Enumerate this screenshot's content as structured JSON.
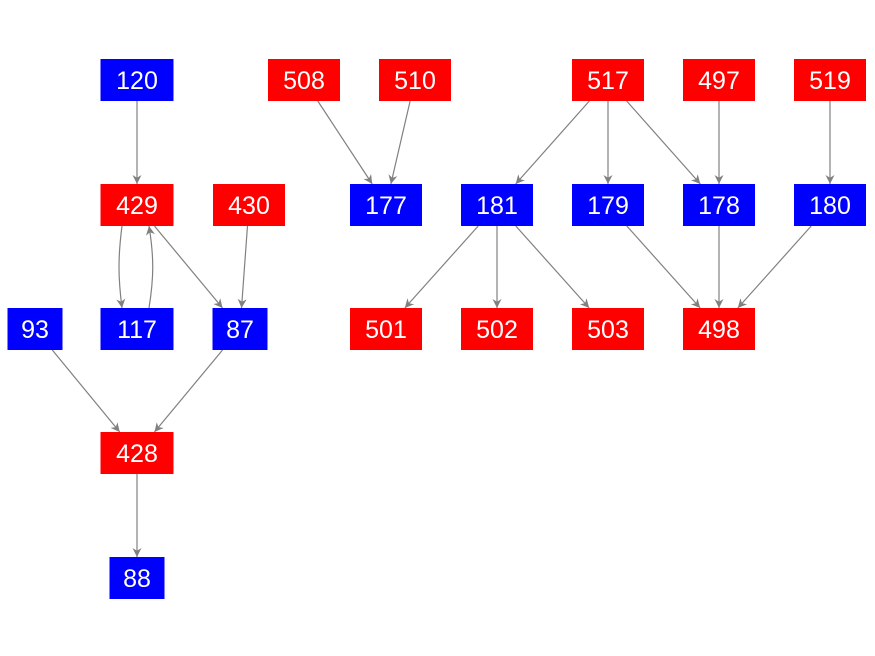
{
  "colors": {
    "red": "#ff0000",
    "blue": "#0000ff",
    "edge": "#808080"
  },
  "nodes": [
    {
      "id": "120",
      "color": "blue"
    },
    {
      "id": "508",
      "color": "red"
    },
    {
      "id": "510",
      "color": "red"
    },
    {
      "id": "517",
      "color": "red"
    },
    {
      "id": "497",
      "color": "red"
    },
    {
      "id": "519",
      "color": "red"
    },
    {
      "id": "429",
      "color": "red"
    },
    {
      "id": "430",
      "color": "red"
    },
    {
      "id": "177",
      "color": "blue"
    },
    {
      "id": "181",
      "color": "blue"
    },
    {
      "id": "179",
      "color": "blue"
    },
    {
      "id": "178",
      "color": "blue"
    },
    {
      "id": "180",
      "color": "blue"
    },
    {
      "id": "93",
      "color": "blue"
    },
    {
      "id": "117",
      "color": "blue"
    },
    {
      "id": "87",
      "color": "blue"
    },
    {
      "id": "501",
      "color": "red"
    },
    {
      "id": "502",
      "color": "red"
    },
    {
      "id": "503",
      "color": "red"
    },
    {
      "id": "498",
      "color": "red"
    },
    {
      "id": "428",
      "color": "red"
    },
    {
      "id": "88",
      "color": "blue"
    }
  ],
  "edges": [
    [
      "120",
      "429"
    ],
    [
      "429",
      "117"
    ],
    [
      "117",
      "429"
    ],
    [
      "429",
      "87"
    ],
    [
      "430",
      "87"
    ],
    [
      "93",
      "428"
    ],
    [
      "87",
      "428"
    ],
    [
      "428",
      "88"
    ],
    [
      "508",
      "177"
    ],
    [
      "510",
      "177"
    ],
    [
      "517",
      "181"
    ],
    [
      "517",
      "179"
    ],
    [
      "517",
      "178"
    ],
    [
      "497",
      "178"
    ],
    [
      "519",
      "180"
    ],
    [
      "181",
      "501"
    ],
    [
      "181",
      "502"
    ],
    [
      "181",
      "503"
    ],
    [
      "179",
      "498"
    ],
    [
      "178",
      "498"
    ],
    [
      "180",
      "498"
    ]
  ]
}
